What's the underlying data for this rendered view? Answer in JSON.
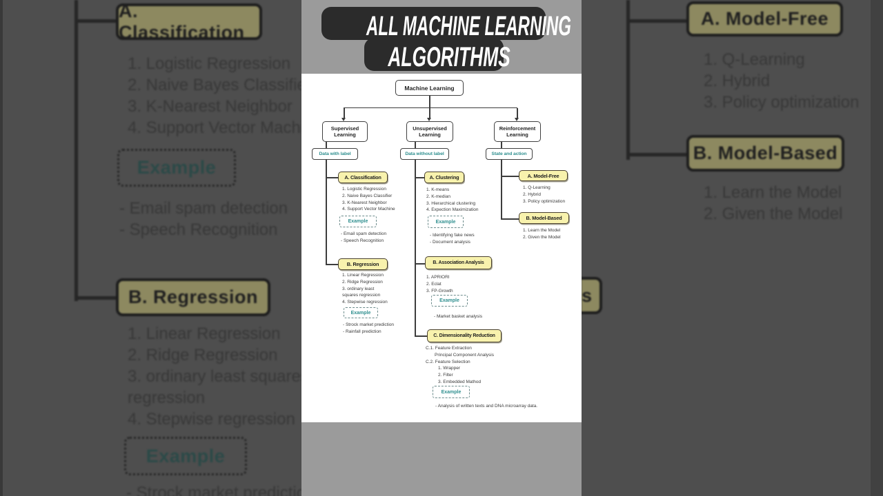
{
  "header": {
    "title_line1": "ALL MACHINE LEARNING",
    "title_line2": "ALGORITHMS"
  },
  "diagram": {
    "root_label": "Machine Learning",
    "branches": [
      {
        "label_line1": "Supervised",
        "label_line2": "Learning",
        "tag": "Data with label",
        "sections": [
          {
            "heading": "A. Classification",
            "items": [
              "1. Logistic Regression",
              "2. Naive Bayes Classifier",
              "3. K-Nearest Neighbor",
              "4. Support Vector Machine"
            ],
            "example_label": "Example",
            "examples": [
              "- Email spam detection",
              "- Speech Recognition"
            ]
          },
          {
            "heading": "B. Regression",
            "items": [
              "1. Linear Regression",
              "2. Ridge Regression",
              "3. ordinary least squares regression",
              "4. Stepwise regression"
            ],
            "example_label": "Example",
            "examples": [
              "- Strock market prediction",
              "- Rainfall prediction"
            ]
          }
        ]
      },
      {
        "label_line1": "Unsupervised",
        "label_line2": "Learning",
        "tag": "Data without label",
        "sections": [
          {
            "heading": "A. Clustering",
            "items": [
              "1. K-means",
              "2. K-median",
              "3. Hierarchical clustering",
              "4. Expection Maximization"
            ],
            "example_label": "Example",
            "examples": [
              "- Identifying fake news",
              "- Document analysis"
            ]
          },
          {
            "heading": "B. Association Analysis",
            "items": [
              "1. APRIORI",
              "2. Eclat",
              "3. FP-Growth"
            ],
            "example_label": "Example",
            "examples": [
              "- Market basket analysis"
            ]
          },
          {
            "heading": "C. Dimensionality Reduction",
            "items": [
              "C.1.  Feature Extraction",
              "Principal Component Analysis",
              "C.2. Feature Selection",
              "1. Wrapper",
              "2. Filter",
              "3. Embedded Mathod"
            ],
            "example_label": "Example",
            "examples": [
              "- Analysis of written texts and DNA microarray data."
            ]
          }
        ]
      },
      {
        "label_line1": "Reinforcement",
        "label_line2": "Learning",
        "tag": "State and action",
        "sections": [
          {
            "heading": "A. Model-Free",
            "items": [
              "1. Q-Learning",
              "2. Hybrid",
              "3. Policy optimization"
            ]
          },
          {
            "heading": "B. Model-Based",
            "items": [
              "1. Learn the Model",
              "2. Given the Model"
            ]
          }
        ]
      }
    ]
  },
  "background": {
    "fragment_text": "s"
  },
  "colors": {
    "accent-yellow": "#f8f2ad",
    "teal": "#2f8f8f",
    "ink": "#3a3a3a",
    "badge-black": "#2b2b2b",
    "band-gray": "#9b9b9b",
    "bg-dim": "#4e4e4e",
    "bg-olive": "#8d8960"
  }
}
